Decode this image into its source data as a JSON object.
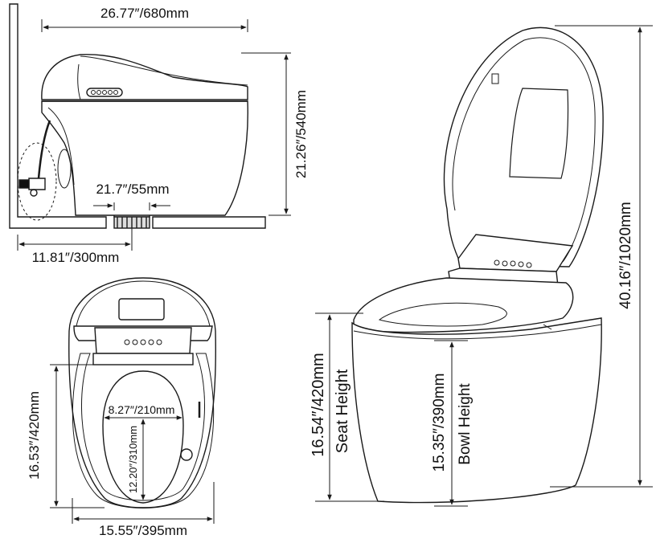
{
  "colors": {
    "line": "#1a1a1a",
    "light_line": "#555555",
    "background": "#ffffff",
    "fill_gray": "#e8e8e8"
  },
  "side_view": {
    "overall_length": "26.77″/680mm",
    "height": "21.26″/540mm",
    "pipe_height": "21.7″/55mm",
    "rough_in": "11.81″/300mm"
  },
  "top_view": {
    "seat_inner_width": "8.27″/210mm",
    "seat_inner_length": "12.20″/310mm",
    "seat_length": "16.53″/420mm",
    "overall_width": "15.55″/395mm"
  },
  "front_view": {
    "overall_height": "40.16″/1020mm",
    "seat_height_value": "16.54″/420mm",
    "seat_height_label": "Seat Height",
    "bowl_height_value": "15.35″/390mm",
    "bowl_height_label": "Bowl Height"
  }
}
